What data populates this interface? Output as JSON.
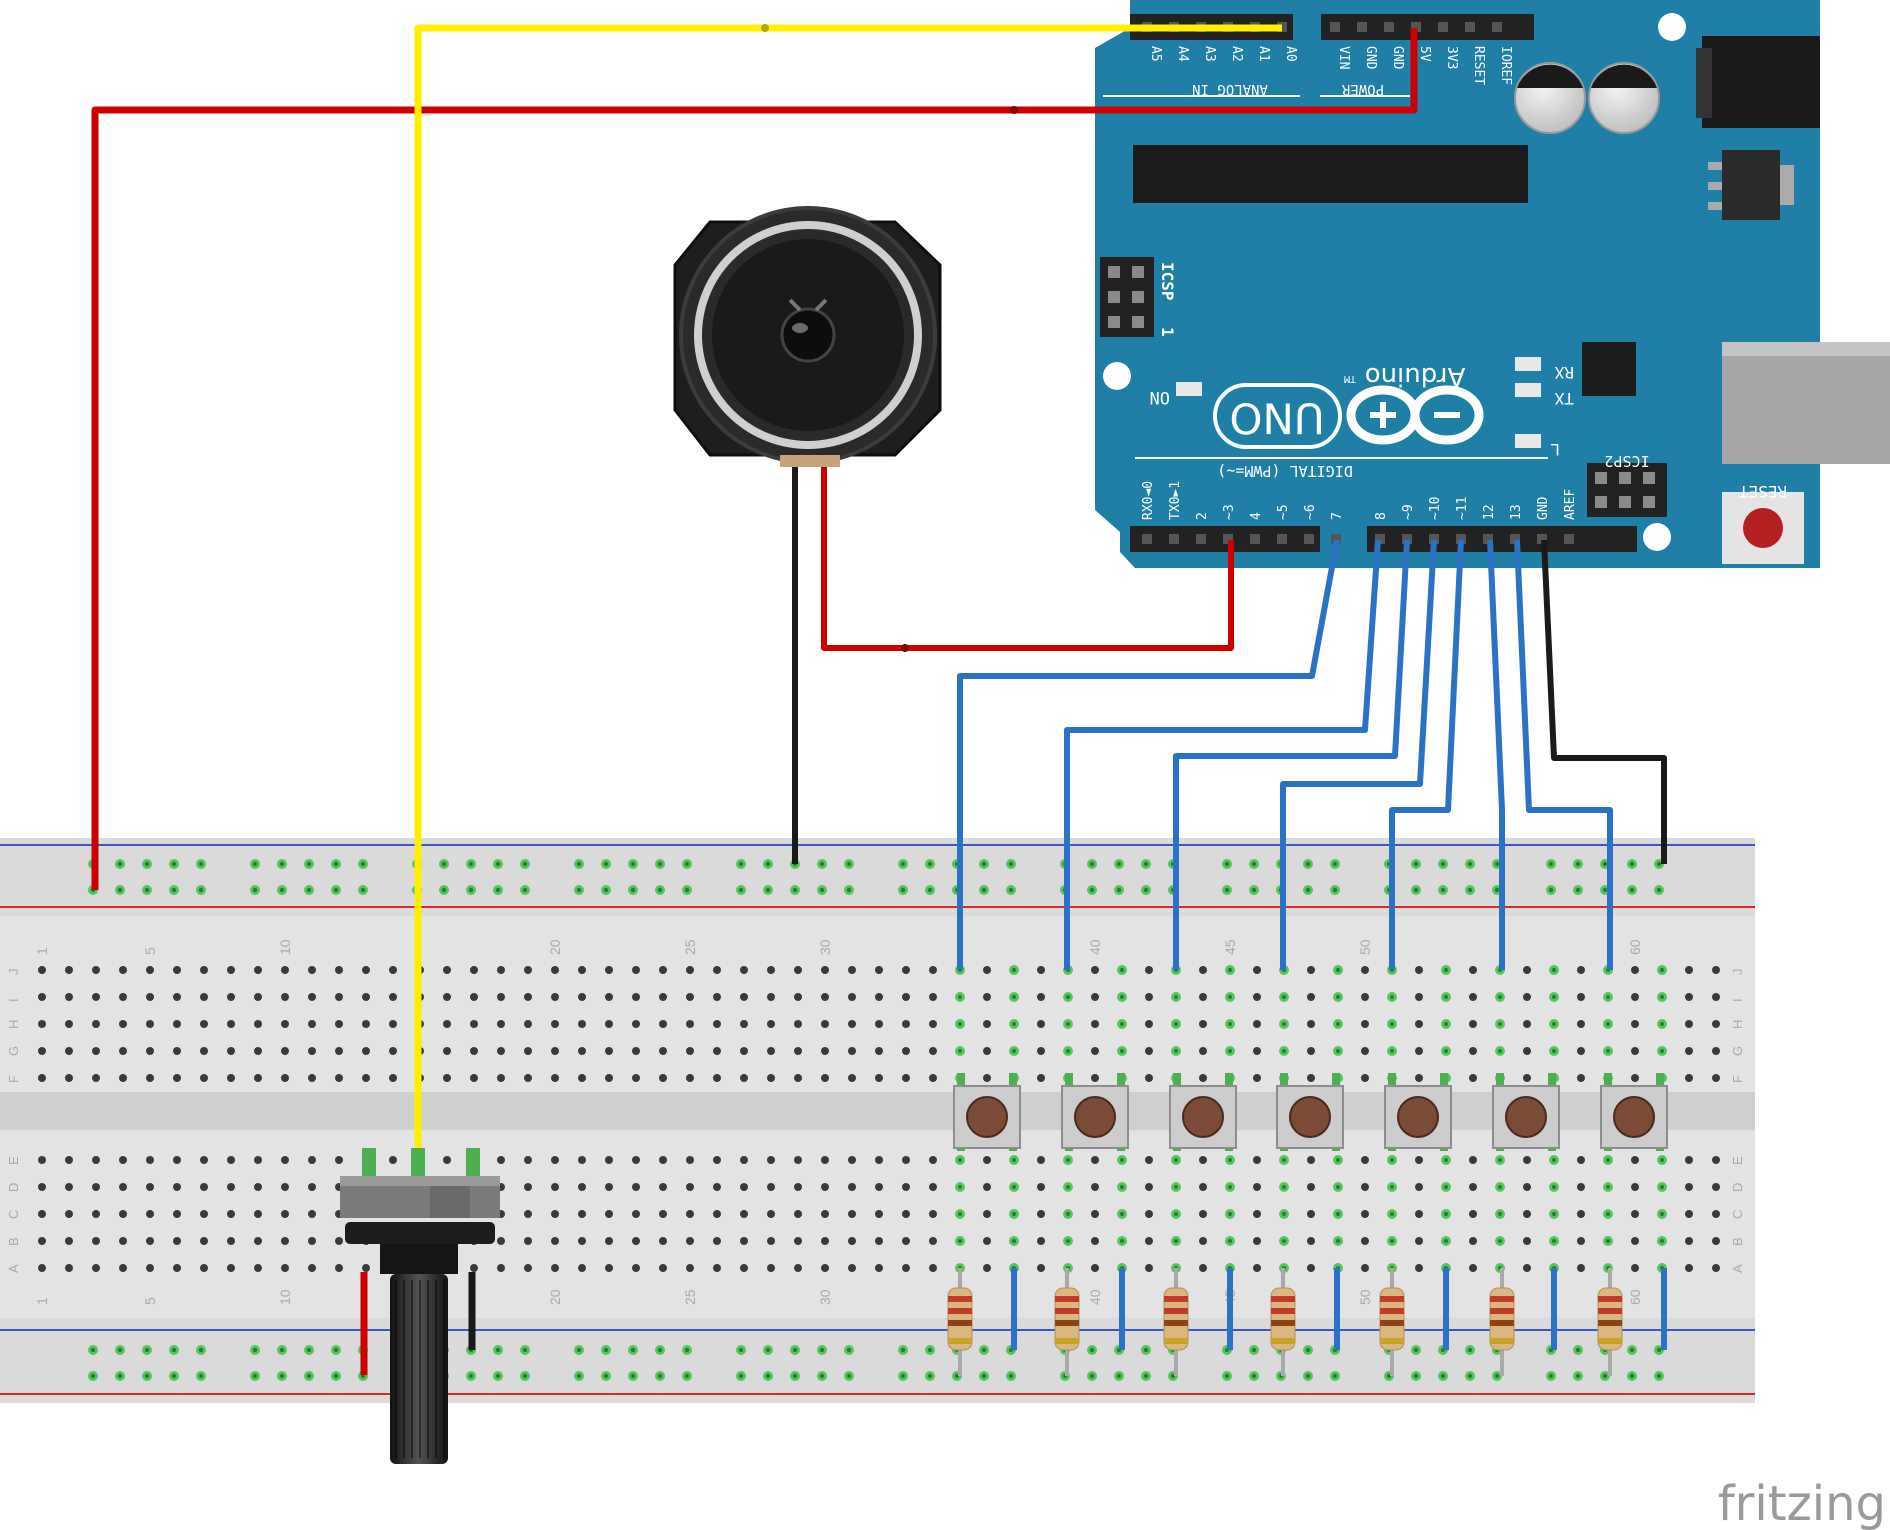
{
  "arduino": {
    "analog_header_label": "ANALOG IN",
    "analog_pins": [
      "A5",
      "A4",
      "A3",
      "A2",
      "A1",
      "A0"
    ],
    "power_header_label": "POWER",
    "power_pins": [
      "VIN",
      "GND",
      "GND",
      "5V",
      "3V3",
      "RESET",
      "IOREF"
    ],
    "digital_header_label": "DIGITAL (PWM=~)",
    "digital_pins_low": [
      "RX0◄0",
      "TX0►1",
      "2",
      "~3",
      "4",
      "~5",
      "~6",
      "7"
    ],
    "digital_pins_high": [
      "8",
      "~9",
      "~10",
      "~11",
      "12",
      "13",
      "GND",
      "AREF"
    ],
    "brand": "Arduino",
    "trademark": "TM",
    "model": "UNO",
    "icsp_label": "ICSP",
    "icsp_pin1": "1",
    "icsp2_label": "ICSP2",
    "on_label": "ON",
    "rx_label": "RX",
    "tx_label": "TX",
    "l_label": "L",
    "reset_label": "RESET"
  },
  "breadboard": {
    "column_numbers": [
      "1",
      "5",
      "10",
      "20",
      "25",
      "30",
      "40",
      "45",
      "50",
      "60"
    ],
    "row_letters_top": [
      "J",
      "I",
      "H",
      "G",
      "F"
    ],
    "row_letters_bottom": [
      "E",
      "D",
      "C",
      "B",
      "A"
    ]
  },
  "watermark": "fritzing",
  "colors": {
    "board": "#1f7fa6",
    "wire_red": "#cc0000",
    "wire_yellow": "#ffee00",
    "wire_blue": "#2a72c4",
    "wire_black": "#1a1a1a",
    "rail_red": "#d9262a",
    "rail_blue": "#3b57c4",
    "hole_active": "#52c85a"
  }
}
